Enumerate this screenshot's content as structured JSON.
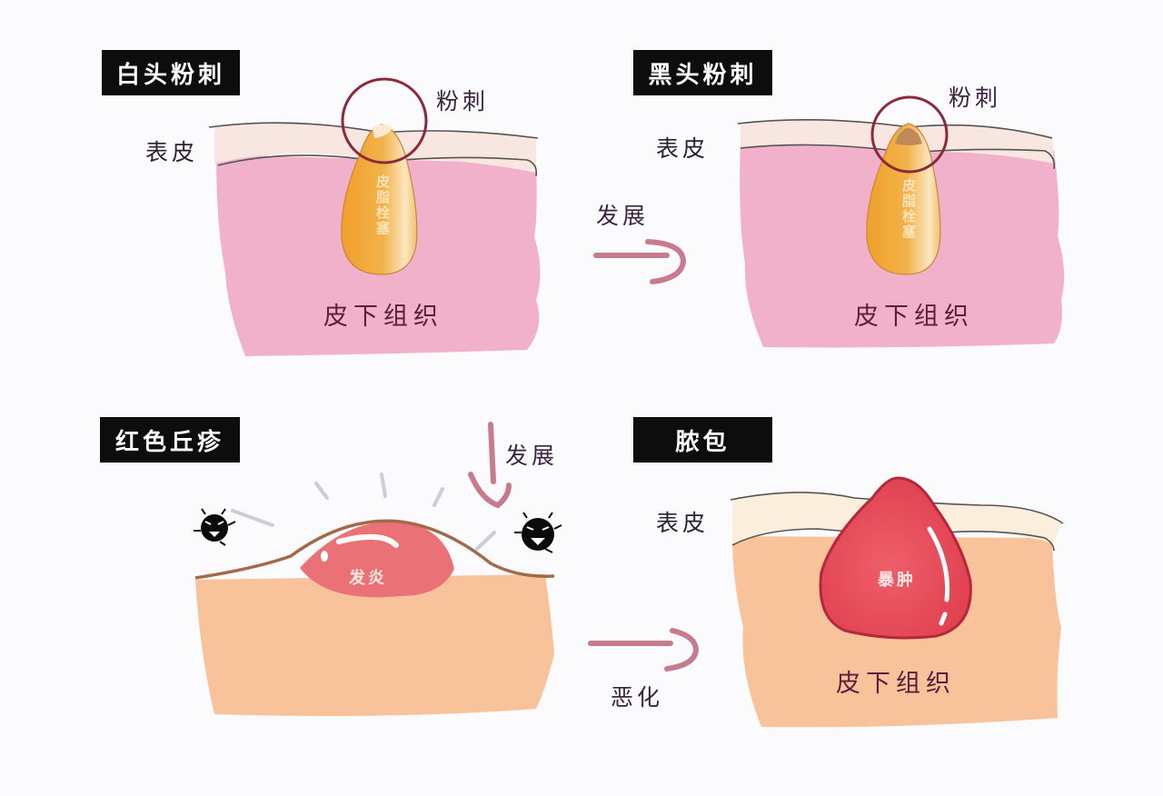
{
  "panels": [
    {
      "id": "whitehead",
      "title": "白头粉刺",
      "labels": {
        "comedo": "粉刺",
        "epidermis": "表皮",
        "subcutaneous": "皮下组织",
        "plug_text": "皮脂栓塞"
      },
      "colors": {
        "tissue": "#f2b1ca",
        "epidermis": "#f8e6e0",
        "sebum": "#f0a531",
        "circle": "#8a2a3a"
      }
    },
    {
      "id": "blackhead",
      "title": "黑头粉刺",
      "labels": {
        "comedo": "粉刺",
        "epidermis": "表皮",
        "subcutaneous": "皮下组织",
        "plug_text": "皮脂栓塞"
      },
      "colors": {
        "tissue": "#f2b1ca",
        "epidermis": "#f8e6e0",
        "sebum": "#f0a531",
        "tip": "#c08a5a",
        "circle": "#8a2a3a"
      }
    },
    {
      "id": "red-papule",
      "title": "红色丘疹",
      "labels": {
        "inflammation": "发炎"
      },
      "colors": {
        "tissue": "#f8c29b",
        "papule": "#ea7276",
        "outline": "#a26a48",
        "bacteria": "#0b0b0b"
      }
    },
    {
      "id": "pustule",
      "title": "脓包",
      "labels": {
        "epidermis": "表皮",
        "subcutaneous": "皮下组织",
        "swelling": "暴肿"
      },
      "colors": {
        "tissue": "#f8c29b",
        "epidermis": "#fbeedd",
        "pustule": "#e94e5c",
        "outline": "#b3283a"
      }
    }
  ],
  "arrows": [
    {
      "id": "whitehead-to-blackhead",
      "label": "发展",
      "direction": "right"
    },
    {
      "id": "blackhead-to-papule",
      "label": "发展",
      "direction": "down"
    },
    {
      "id": "papule-to-pustule",
      "label": "恶化",
      "direction": "right"
    }
  ],
  "arrow_color": "#c77b8c",
  "label_color": "#3a2540"
}
